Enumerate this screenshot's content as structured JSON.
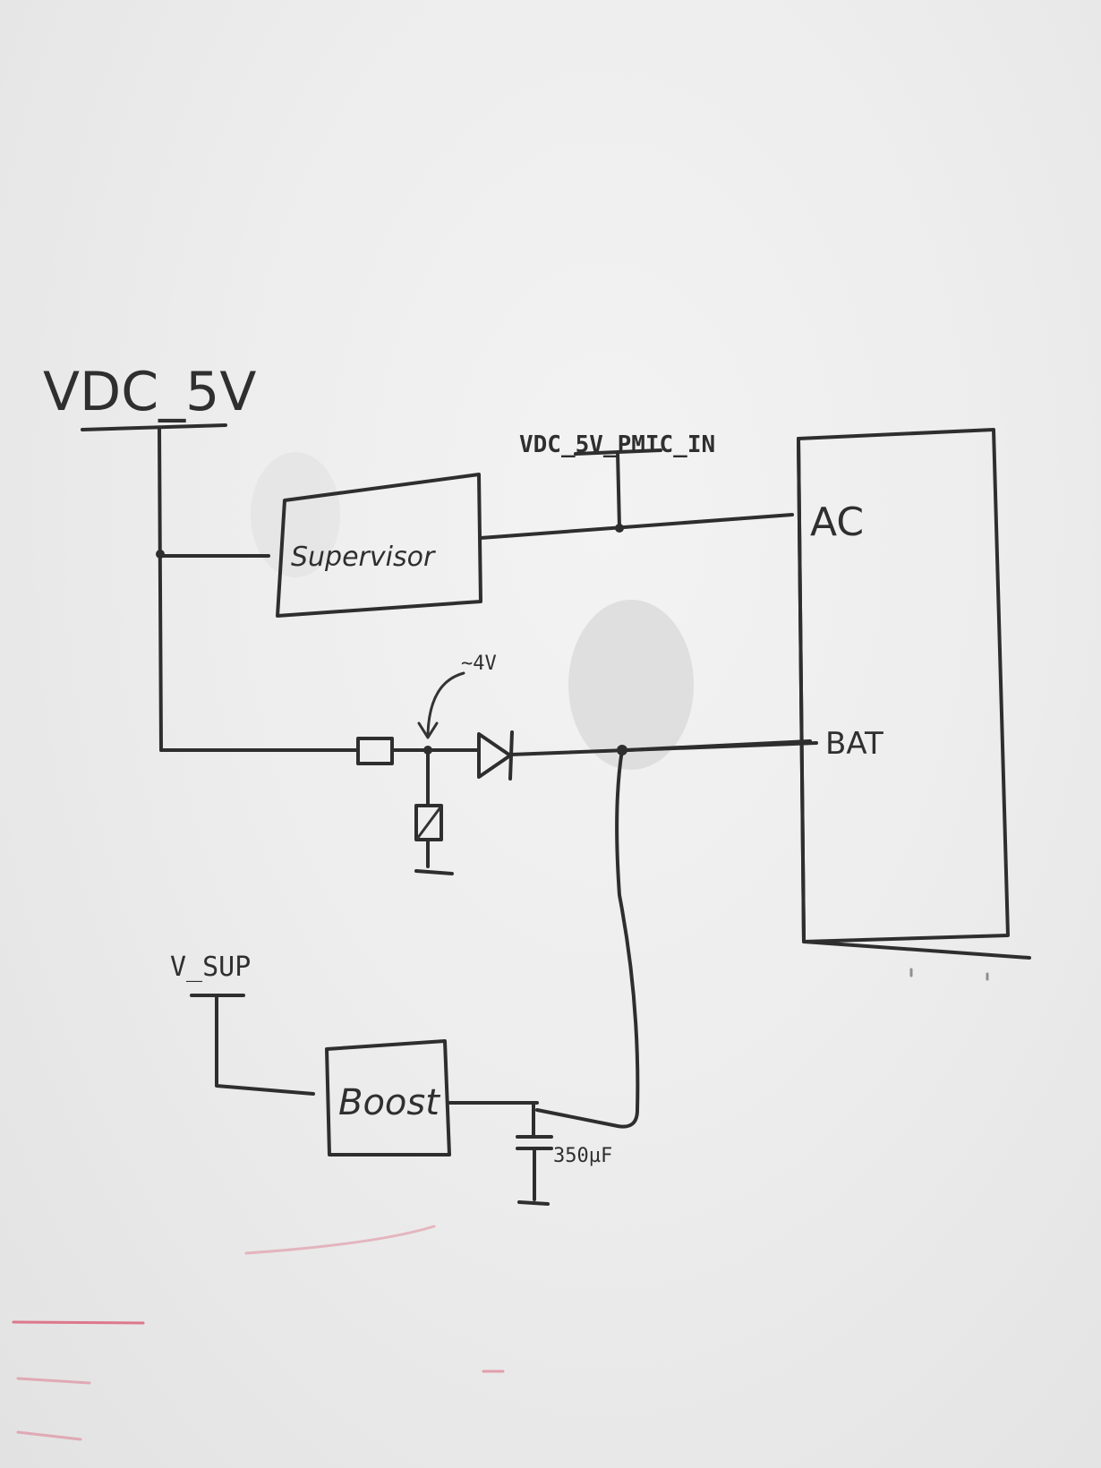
{
  "labels": {
    "rail_vdc_5v": "VDC_5V",
    "net_pmic_in": "VDC_5V_PMIC_IN",
    "supervisor_block": "Supervisor",
    "pin_ac": "AC",
    "pin_bat": "BAT",
    "zener_voltage": "~4V",
    "rail_v_sup": "V_SUP",
    "boost_block": "Boost",
    "capacitor_value": "350µF"
  }
}
